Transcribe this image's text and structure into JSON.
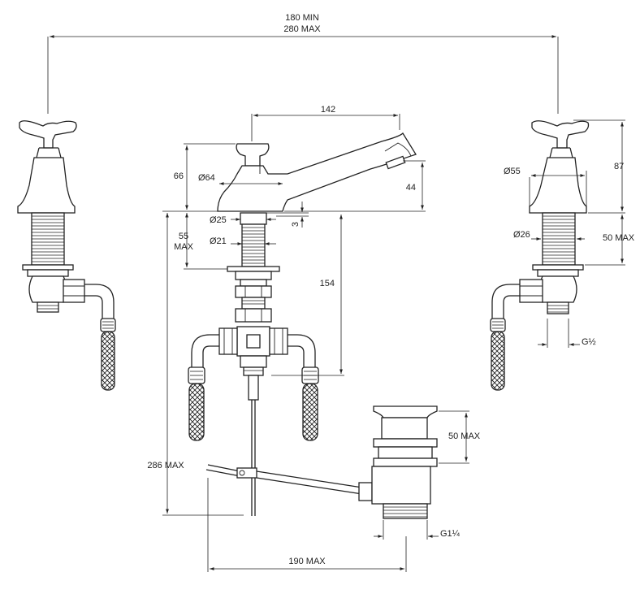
{
  "dimensions": {
    "overall_min": "180 MIN",
    "overall_max": "280 MAX",
    "spout_reach": "142",
    "spout_height": "44",
    "mixer_height": "66",
    "mixer_base_dia": "Ø64",
    "spindle_upper_dia": "Ø25",
    "spindle_lower_dia": "Ø21",
    "gap": "3",
    "shank_length": "55",
    "shank_length_max": "MAX",
    "lower_reach": "154",
    "handle_height": "87",
    "handle_base_dia": "Ø55",
    "handle_shank_dia": "Ø26",
    "handle_shank_length": "50 MAX",
    "handle_connector": "G½",
    "waste_height": "50 MAX",
    "waste_thread": "G1¼",
    "rod_depth": "286 MAX",
    "rod_reach": "190 MAX"
  },
  "colors": {
    "line": "#222222",
    "background": "#ffffff"
  }
}
